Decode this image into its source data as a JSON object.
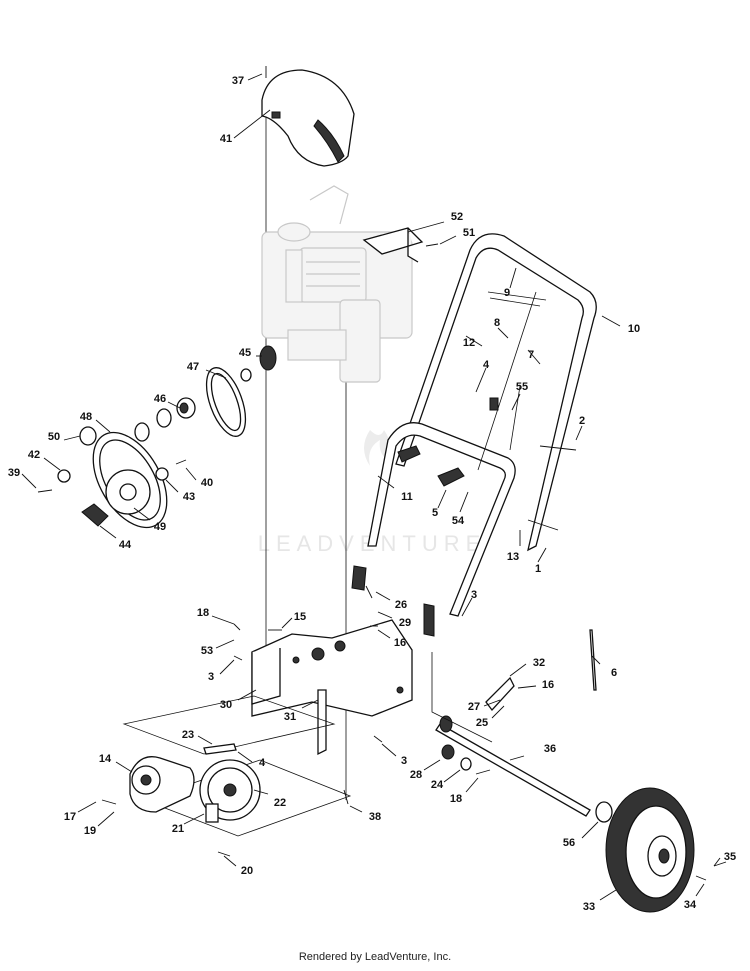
{
  "watermark": "LEADVENTURE",
  "footer": "Rendered by LeadVenture, Inc.",
  "callouts": [
    {
      "id": "37",
      "label": "37"
    },
    {
      "id": "41",
      "label": "41"
    },
    {
      "id": "52",
      "label": "52"
    },
    {
      "id": "51",
      "label": "51"
    },
    {
      "id": "9",
      "label": "9"
    },
    {
      "id": "10",
      "label": "10"
    },
    {
      "id": "8",
      "label": "8"
    },
    {
      "id": "12",
      "label": "12"
    },
    {
      "id": "7",
      "label": "7"
    },
    {
      "id": "45",
      "label": "45"
    },
    {
      "id": "47",
      "label": "47"
    },
    {
      "id": "4a",
      "label": "4"
    },
    {
      "id": "55",
      "label": "55"
    },
    {
      "id": "46",
      "label": "46"
    },
    {
      "id": "2",
      "label": "2"
    },
    {
      "id": "48",
      "label": "48"
    },
    {
      "id": "50",
      "label": "50"
    },
    {
      "id": "42",
      "label": "42"
    },
    {
      "id": "39",
      "label": "39"
    },
    {
      "id": "40",
      "label": "40"
    },
    {
      "id": "43",
      "label": "43"
    },
    {
      "id": "11",
      "label": "11"
    },
    {
      "id": "5",
      "label": "5"
    },
    {
      "id": "54",
      "label": "54"
    },
    {
      "id": "49",
      "label": "49"
    },
    {
      "id": "44",
      "label": "44"
    },
    {
      "id": "13",
      "label": "13"
    },
    {
      "id": "1",
      "label": "1"
    },
    {
      "id": "26",
      "label": "26"
    },
    {
      "id": "3a",
      "label": "3"
    },
    {
      "id": "18a",
      "label": "18"
    },
    {
      "id": "15",
      "label": "15"
    },
    {
      "id": "29",
      "label": "29"
    },
    {
      "id": "16a",
      "label": "16"
    },
    {
      "id": "53",
      "label": "53"
    },
    {
      "id": "3b",
      "label": "3"
    },
    {
      "id": "6",
      "label": "6"
    },
    {
      "id": "32",
      "label": "32"
    },
    {
      "id": "16b",
      "label": "16"
    },
    {
      "id": "27",
      "label": "27"
    },
    {
      "id": "30",
      "label": "30"
    },
    {
      "id": "31",
      "label": "31"
    },
    {
      "id": "25",
      "label": "25"
    },
    {
      "id": "23",
      "label": "23"
    },
    {
      "id": "36",
      "label": "36"
    },
    {
      "id": "3c",
      "label": "3"
    },
    {
      "id": "4b",
      "label": "4"
    },
    {
      "id": "28",
      "label": "28"
    },
    {
      "id": "24",
      "label": "24"
    },
    {
      "id": "14",
      "label": "14"
    },
    {
      "id": "18b",
      "label": "18"
    },
    {
      "id": "22",
      "label": "22"
    },
    {
      "id": "17",
      "label": "17"
    },
    {
      "id": "38",
      "label": "38"
    },
    {
      "id": "19",
      "label": "19"
    },
    {
      "id": "21",
      "label": "21"
    },
    {
      "id": "56",
      "label": "56"
    },
    {
      "id": "35",
      "label": "35"
    },
    {
      "id": "20",
      "label": "20"
    },
    {
      "id": "33",
      "label": "33"
    },
    {
      "id": "34",
      "label": "34"
    }
  ]
}
